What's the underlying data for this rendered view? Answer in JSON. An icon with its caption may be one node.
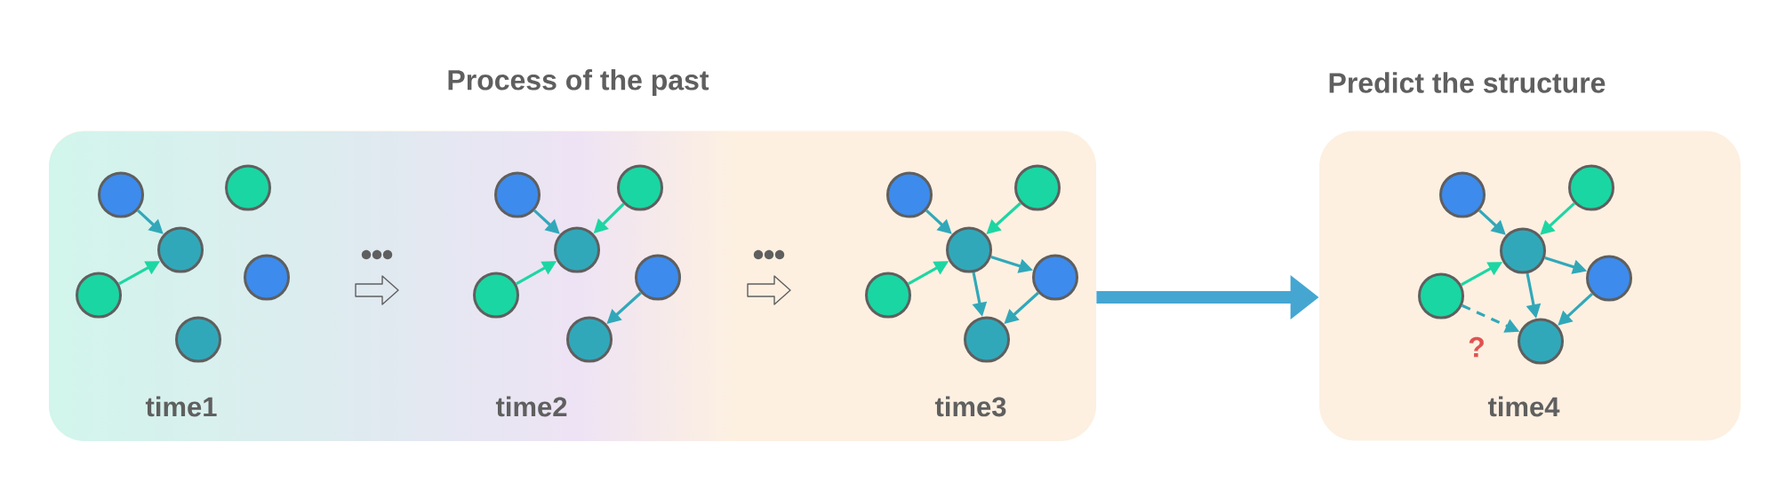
{
  "diagram": {
    "nodes": [
      {
        "text": [
          "Process of the past"
        ]
      },
      {
        "text": [
          "Predict the structure"
        ]
      },
      {
        "text": [],
        "shape": "circle",
        "in": 0
      },
      {
        "text": [],
        "shape": "circle",
        "in": 0
      },
      {
        "text": [],
        "shape": "circle",
        "in": 0
      },
      {
        "text": [],
        "shape": "circle",
        "in": 0
      },
      {
        "text": [],
        "shape": "circle",
        "in": 0
      },
      {
        "text": [],
        "shape": "circle",
        "in": 0
      },
      {
        "text": [],
        "shape": "circle",
        "in": 0
      },
      {
        "text": [],
        "shape": "circle",
        "in": 0
      },
      {
        "text": [],
        "shape": "circle",
        "in": 0
      },
      {
        "text": [],
        "shape": "circle",
        "in": 0
      },
      {
        "text": [],
        "shape": "circle",
        "in": 0
      },
      {
        "text": [],
        "shape": "circle",
        "in": 0
      },
      {
        "text": [],
        "shape": "circle",
        "in": 0
      },
      {
        "text": [],
        "shape": "circle",
        "in": 0
      },
      {
        "text": [],
        "shape": "circle",
        "in": 0
      },
      {
        "text": [],
        "shape": "circle",
        "in": 0
      },
      {
        "text": [],
        "shape": "circle",
        "in": 0
      },
      {
        "text": [],
        "shape": "circle",
        "in": 0
      },
      {
        "text": [],
        "shape": "circle",
        "in": 1
      },
      {
        "text": [],
        "shape": "circle",
        "in": 1
      },
      {
        "text": [],
        "shape": "circle",
        "in": 1
      },
      {
        "text": [],
        "shape": "circle",
        "in": 1
      },
      {
        "text": [],
        "shape": "circle",
        "in": 1
      },
      {
        "text": [],
        "shape": "circle",
        "in": 1
      }
    ],
    "edges": [
      {
        "from": 3,
        "to": 4,
        "arrow": "to"
      },
      {
        "from": 6,
        "to": 4,
        "arrow": "to",
        "color": "#1dd6a3"
      },
      {
        "from": 9,
        "to": 10,
        "arrow": "to"
      },
      {
        "from": 8,
        "to": 10,
        "arrow": "to",
        "color": "#1dd6a3"
      },
      {
        "from": 12,
        "to": 10,
        "arrow": "to",
        "color": "#1dd6a3"
      },
      {
        "from": 11,
        "to": 13,
        "arrow": "to"
      },
      {
        "from": 15,
        "to": 16,
        "arrow": "to"
      },
      {
        "from": 14,
        "to": 16,
        "arrow": "to",
        "color": "#1dd6a3"
      },
      {
        "from": 18,
        "to": 16,
        "arrow": "to",
        "color": "#1dd6a3"
      },
      {
        "from": 16,
        "to": 17,
        "arrow": "to"
      },
      {
        "from": 16,
        "to": 19,
        "arrow": "to"
      },
      {
        "from": 17,
        "to": 19,
        "arrow": "to"
      },
      {
        "from": 21,
        "to": 22,
        "arrow": "to"
      },
      {
        "from": 20,
        "to": 22,
        "arrow": "to",
        "color": "#1dd6a3"
      },
      {
        "from": 24,
        "to": 22,
        "arrow": "to",
        "color": "#1dd6a3"
      },
      {
        "from": 22,
        "to": 23,
        "arrow": "to"
      },
      {
        "from": 22,
        "to": 25,
        "arrow": "to"
      },
      {
        "from": 23,
        "to": 25,
        "arrow": "to"
      },
      {
        "from": 24,
        "to": 25,
        "arrow": "to",
        "style": "dashed",
        "label": "?"
      },
      {
        "from": 0,
        "to": 1,
        "arrow": "to",
        "style": "thick",
        "color": "#45a6d2"
      }
    ],
    "labels": [
      "time1",
      "time2",
      "time3",
      "time4"
    ]
  }
}
